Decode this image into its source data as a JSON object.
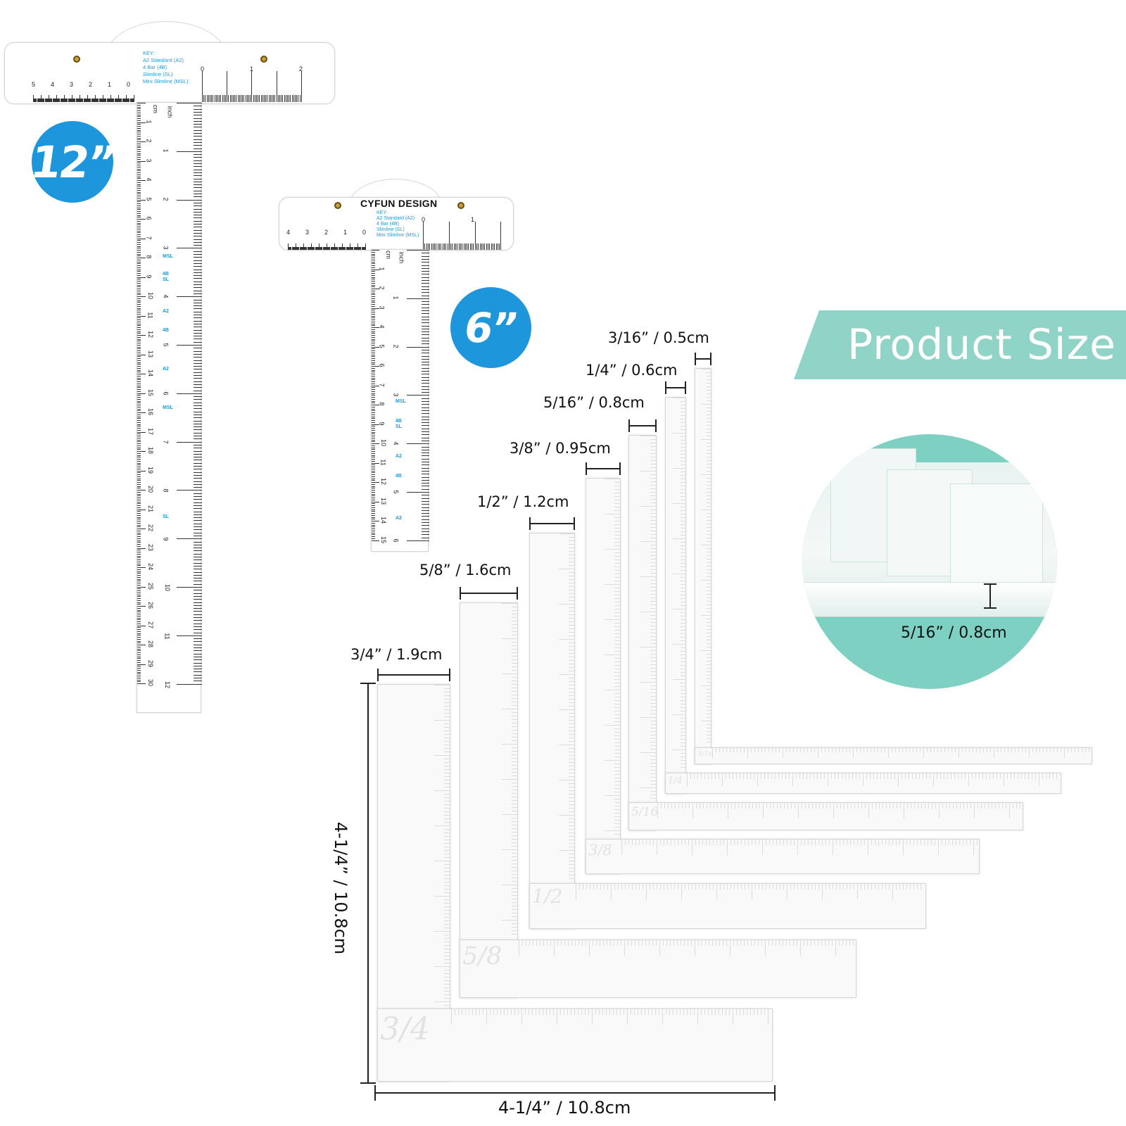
{
  "large_ruler": {
    "badge": "12”",
    "key_lines": [
      "KEY:",
      "A2 Standard (A2)",
      "4 Bar (4B)",
      "Slimline (SL)",
      "Mini Slimline (MSL)"
    ],
    "unit_cm": "cm",
    "unit_inch": "inch",
    "marks": [
      "MSL",
      "4B",
      "SL",
      "A2",
      "4B",
      "A2",
      "MSL",
      "SL"
    ]
  },
  "small_ruler": {
    "badge": "6”",
    "brand": "CYFUN DESIGN",
    "key_lines": [
      "KEY:",
      "A2 Standard (A2)",
      "4 Bar (4B)",
      "Slimline (SL)",
      "Mini Slimline (MSL)"
    ],
    "unit_cm": "cm",
    "unit_inch": "inch",
    "marks": [
      "MSL",
      "4B",
      "SL",
      "A2",
      "4B",
      "A2"
    ]
  },
  "banner": {
    "title": "Product Size"
  },
  "l_rulers": [
    {
      "label": "3/4",
      "width_dim": "3/4” / 1.9cm"
    },
    {
      "label": "5/8",
      "width_dim": "5/8” / 1.6cm"
    },
    {
      "label": "1/2",
      "width_dim": "1/2” / 1.2cm"
    },
    {
      "label": "3/8",
      "width_dim": "3/8” / 0.95cm"
    },
    {
      "label": "5/16",
      "width_dim": "5/16” / 0.8cm"
    },
    {
      "label": "1/4",
      "width_dim": "1/4” / 0.6cm"
    },
    {
      "label": "3/16",
      "width_dim": "3/16” / 0.5cm"
    }
  ],
  "dimensions": {
    "height": "4-1/4” / 10.8cm",
    "length": "4-1/4” / 10.8cm",
    "thickness": "5/16” / 0.8cm"
  },
  "colors": {
    "accent_blue": "#1e96dc",
    "banner_mint": "#8fd4c6",
    "detail_mint": "#7ed1c2"
  }
}
